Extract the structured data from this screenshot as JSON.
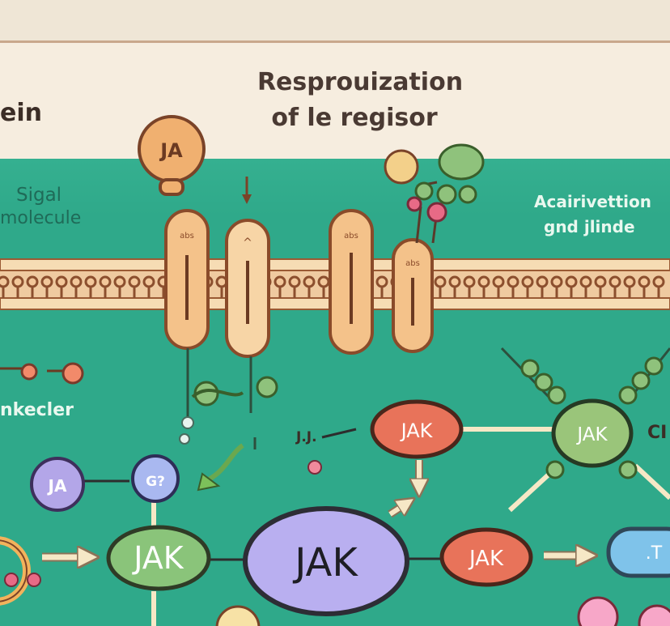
{
  "header": {
    "title_line1": "Resprouization",
    "title_line2": "of le regisor",
    "left_fragment": "ein"
  },
  "labels": {
    "signal_line1": "Sigal",
    "signal_line2": "molecule",
    "activation_line1": "Acairivettion",
    "activation_line2": "gnd jlinde",
    "linker": "nkecler",
    "small_marker": "J.J.",
    "right_edge": "CI"
  },
  "nodes": {
    "ja_bulb": "JA",
    "ja_small": "JA",
    "q_small": "G?",
    "jak_green_left": "JAK",
    "jak_big": "JAK",
    "jak_red_top": "JAK",
    "jak_red_mid": "JAK",
    "jak_green_right": "JAK",
    "right_cut": ".T"
  },
  "receptors": {
    "r1": "abs",
    "r2": "^",
    "r3": "abs",
    "r4": "abs"
  },
  "colors": {
    "teal_background": "#2fa98a",
    "cream_background": "#f6eddf",
    "membrane_fill": "#f2c79a",
    "membrane_stroke": "#9a5a34",
    "jak_green": "#8ac47a",
    "jak_red": "#e8735a",
    "jak_purple": "#b3a6e8",
    "arrow_cream": "#f6e8c6",
    "accent_orange": "#f0b070",
    "dot_pink": "#e86a86"
  }
}
